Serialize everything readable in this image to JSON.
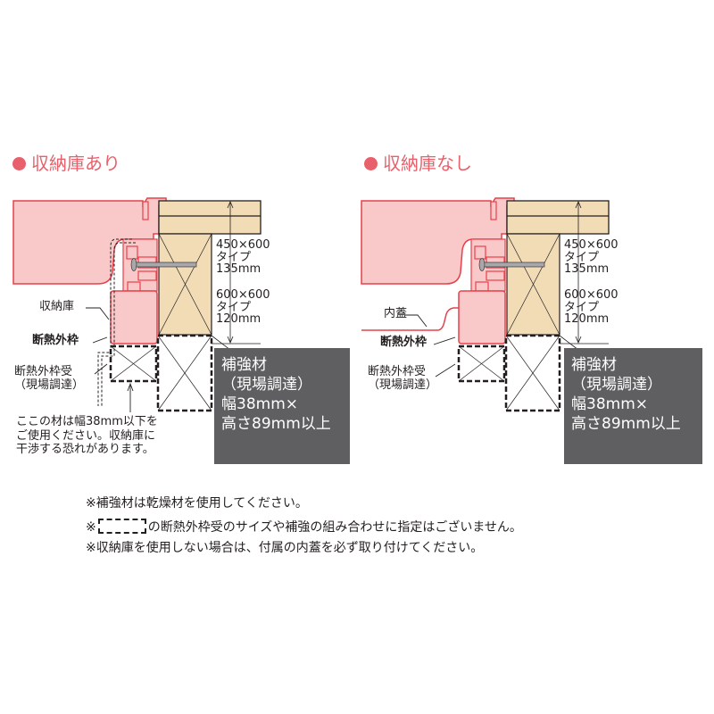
{
  "left": {
    "title": "収納庫あり",
    "label_storage": "収納庫",
    "label_frame": "断熱外枠",
    "label_receiver": [
      "断熱外枠受",
      "（現場調達）"
    ],
    "dim_450": [
      "450×600",
      "タイプ",
      "135mm"
    ],
    "dim_600": [
      "600×600",
      "タイプ",
      "120mm"
    ],
    "reinforcement": [
      "補強材",
      "（現場調達）",
      "幅38mm×",
      "高さ89mm以上"
    ],
    "caution": [
      "ここの材は幅38mm以下を",
      "ご使用ください。収納庫に",
      "干渉する恐れがあります。"
    ]
  },
  "right": {
    "title": "収納庫なし",
    "label_inner_lid": "内蓋",
    "label_frame": "断熱外枠",
    "label_receiver": [
      "断熱外枠受",
      "（現場調達）"
    ],
    "dim_450": [
      "450×600",
      "タイプ",
      "135mm"
    ],
    "dim_600": [
      "600×600",
      "タイプ",
      "120mm"
    ],
    "reinforcement": [
      "補強材",
      "（現場調達）",
      "幅38mm×",
      "高さ89mm以上"
    ]
  },
  "notes": {
    "n1": "※補強材は乾燥材を使用してください。",
    "n2_prefix": "※",
    "n2_suffix": "の断熱外枠受のサイズや補強の組み合わせに指定はございません。",
    "n3": "※収納庫を使用しない場合は、付属の内蓋を必ず取り付けてください。"
  },
  "colors": {
    "accent": "#e8606c",
    "pink_fill": "#f9c8c8",
    "red_line": "#e8404a",
    "wood": "#f2dcb6",
    "gray_box": "#5f5e60"
  }
}
